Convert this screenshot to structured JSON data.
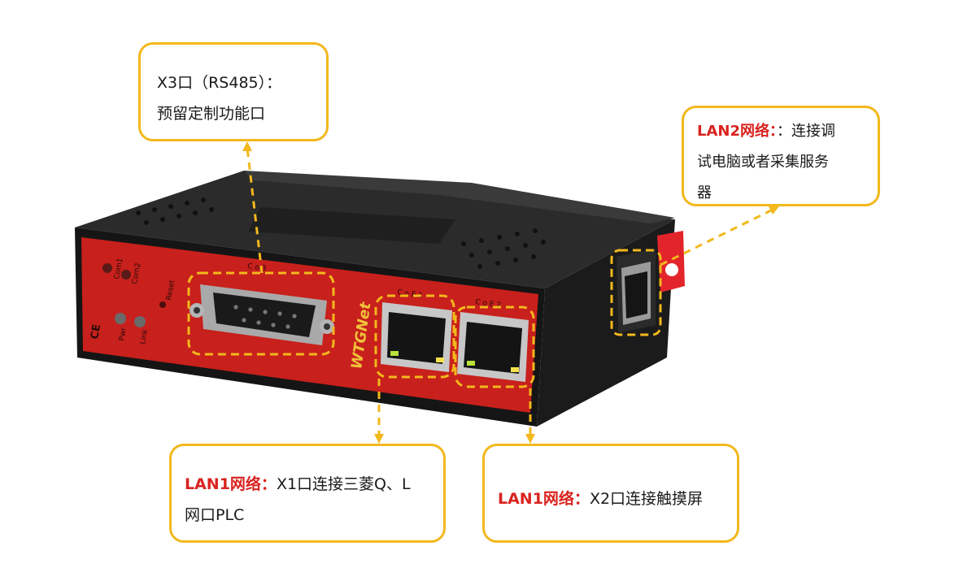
{
  "callouts": {
    "x3": {
      "line1": "X3口（RS485）：",
      "line2": "预留定制功能口"
    },
    "lan2": {
      "title": "LAN2网络：",
      "line1": "：连接调",
      "line2": "试电脑或者采集服务",
      "line3": "器"
    },
    "lan1_x1": {
      "title": "LAN1网络：",
      "line1": "X1口连接三菱Q、L",
      "line2": "网口PLC"
    },
    "lan1_x2": {
      "title": "LAN1网络：",
      "line1": "X2口连接触摸屏"
    }
  },
  "device": {
    "brand": "WTGNet",
    "led_labels": [
      "Com1",
      "Com2",
      "Pwr",
      "Link"
    ],
    "reset_label": "Reset",
    "ce_mark": "CE",
    "port_labels": [
      "C o 3",
      "C o E 1",
      "C o E 2"
    ]
  },
  "colors": {
    "accent": "#f2b81c",
    "highlight": "#d9231f",
    "panel_red": "#c8201c",
    "housing": "#262626"
  }
}
